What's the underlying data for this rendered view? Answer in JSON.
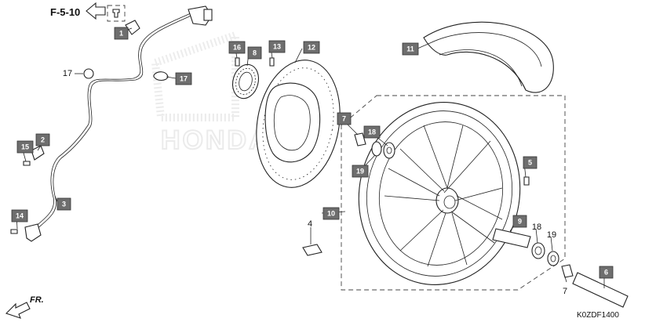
{
  "diagram": {
    "reference": "F-5-10",
    "code": "K0ZDF1400",
    "direction": "FR.",
    "watermark": "HONDA",
    "callouts": [
      {
        "id": "c1",
        "label": "1",
        "boxed": true
      },
      {
        "id": "c2",
        "label": "2",
        "boxed": true
      },
      {
        "id": "c3",
        "label": "3",
        "boxed": true
      },
      {
        "id": "c4",
        "label": "4",
        "boxed": false
      },
      {
        "id": "c5",
        "label": "5",
        "boxed": true
      },
      {
        "id": "c6",
        "label": "6",
        "boxed": true
      },
      {
        "id": "c7a",
        "label": "7",
        "boxed": true
      },
      {
        "id": "c7b",
        "label": "7",
        "boxed": false
      },
      {
        "id": "c8",
        "label": "8",
        "boxed": true
      },
      {
        "id": "c9",
        "label": "9",
        "boxed": true
      },
      {
        "id": "c10",
        "label": "10",
        "boxed": true
      },
      {
        "id": "c11",
        "label": "11",
        "boxed": true
      },
      {
        "id": "c12",
        "label": "12",
        "boxed": true
      },
      {
        "id": "c13",
        "label": "13",
        "boxed": true
      },
      {
        "id": "c14",
        "label": "14",
        "boxed": true
      },
      {
        "id": "c15",
        "label": "15",
        "boxed": true
      },
      {
        "id": "c16",
        "label": "16",
        "boxed": true
      },
      {
        "id": "c17a",
        "label": "17",
        "boxed": false
      },
      {
        "id": "c17b",
        "label": "17",
        "boxed": true
      },
      {
        "id": "c18a",
        "label": "18",
        "boxed": true
      },
      {
        "id": "c18b",
        "label": "18",
        "boxed": false
      },
      {
        "id": "c19a",
        "label": "19",
        "boxed": true
      },
      {
        "id": "c19b",
        "label": "19",
        "boxed": false
      }
    ]
  }
}
